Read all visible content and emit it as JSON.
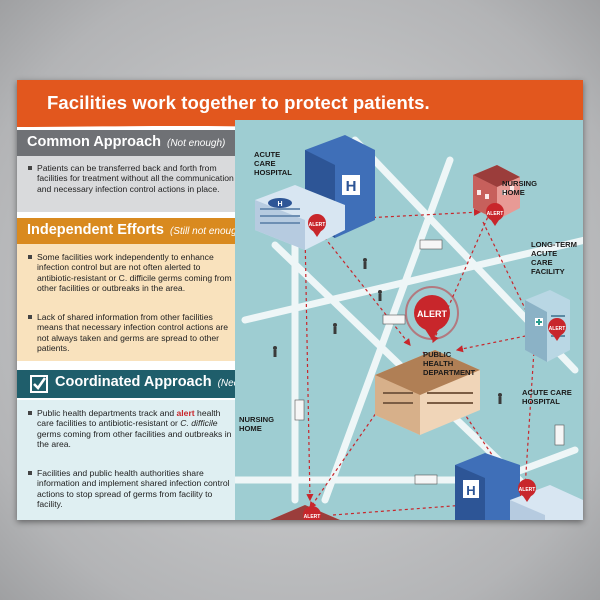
{
  "banner": {
    "title": "Facilities work together to protect patients."
  },
  "sections": {
    "common": {
      "title": "Common Approach",
      "tag": "(Not enough)",
      "bullets": [
        "Patients can be transferred back and forth from facilities for treatment without all the communication and necessary infection control actions in place."
      ]
    },
    "independent": {
      "title": "Independent Efforts",
      "tag": "(Still not enough)",
      "bullets": [
        "Some facilities work independently to enhance infection control but are not often alerted to antibiotic-resistant or C. difficile germs coming from other facilities or outbreaks in the area.",
        "Lack of shared information from other facilities means that necessary infection control actions are not always taken and germs are spread to other patients."
      ]
    },
    "coordinated": {
      "title": "Coordinated Approach",
      "tag": "(Needed)",
      "bullet1": {
        "before": "Public health departments track and ",
        "alert_word": "alert",
        "middle": " health care facilities to antibiotic-resistant or ",
        "italic": "C. difficile",
        "after": " germs coming from other facilities and outbreaks in the area."
      },
      "bullet2": "Facilities and public health authorities share information and implement shared infection control actions to stop spread of germs from facility to facility."
    }
  },
  "map": {
    "labels": {
      "acute_care_top": "ACUTE CARE HOSPITAL",
      "nursing_home_top": "NURSING HOME",
      "long_term": "LONG-TERM ACUTE CARE FACILITY",
      "public_health": "PUBLIC HEALTH DEPARTMENT",
      "acute_care_bottom": "ACUTE CARE HOSPITAL",
      "nursing_home_bottom": "NURSING HOME"
    },
    "alert_text": "ALERT",
    "hospital_sign": "H"
  },
  "colors": {
    "banner": "#e2571e",
    "common_head": "#6f7175",
    "common_body": "#d9dadc",
    "independent_head": "#d98a1f",
    "independent_body": "#f9e2bd",
    "coordinated_head": "#1f5e6b",
    "coordinated_body": "#dfeff2",
    "map_bg": "#9ecdd2",
    "alert_red": "#c8262b"
  }
}
